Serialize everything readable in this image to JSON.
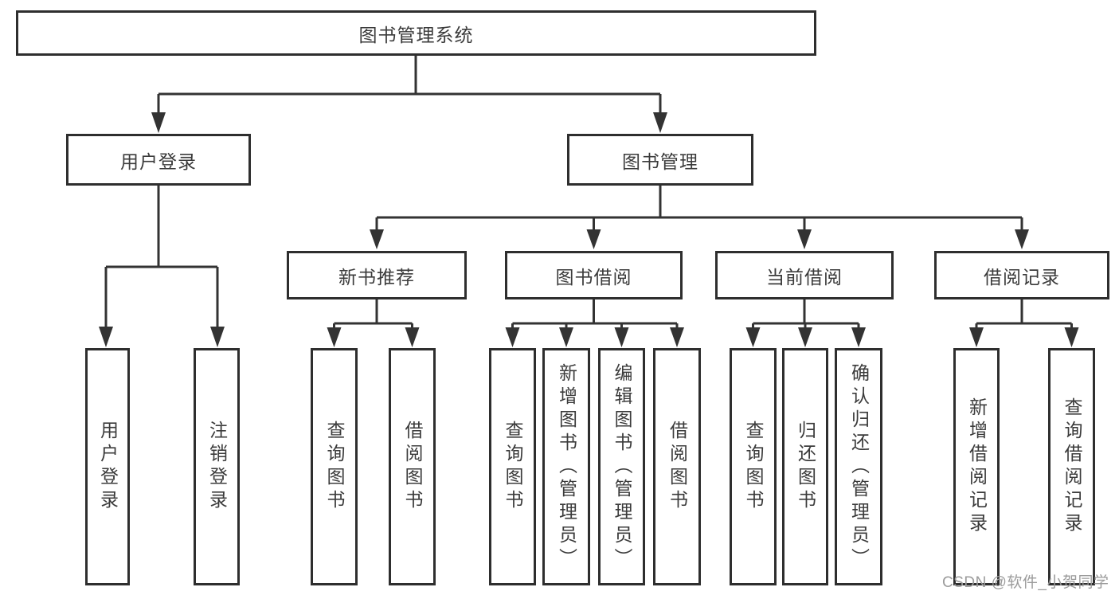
{
  "diagram": {
    "root": {
      "label": "图书管理系统"
    },
    "level2": [
      {
        "label": "用户登录"
      },
      {
        "label": "图书管理"
      }
    ],
    "level3": [
      {
        "label": "新书推荐"
      },
      {
        "label": "图书借阅"
      },
      {
        "label": "当前借阅"
      },
      {
        "label": "借阅记录"
      }
    ],
    "leaves": {
      "user_login": [
        "用户登录",
        "注销登录"
      ],
      "new_books": [
        "查询图书",
        "借阅图书"
      ],
      "book_borrow": [
        "查询图书",
        "新增图书（管理员）",
        "编辑图书（管理员）",
        "借阅图书"
      ],
      "current_borrow": [
        "查询图书",
        "归还图书",
        "确认归还（管理员）"
      ],
      "borrow_records": [
        "新增借阅记录",
        "查询借阅记录"
      ]
    },
    "watermark": {
      "text": "CSDN @软件_小贺同学"
    },
    "colors": {
      "line": "#333333",
      "border": "#2e2e2e",
      "text": "#3b3b3b",
      "background": "#ffffff",
      "watermark": "#9b9b9b"
    }
  }
}
